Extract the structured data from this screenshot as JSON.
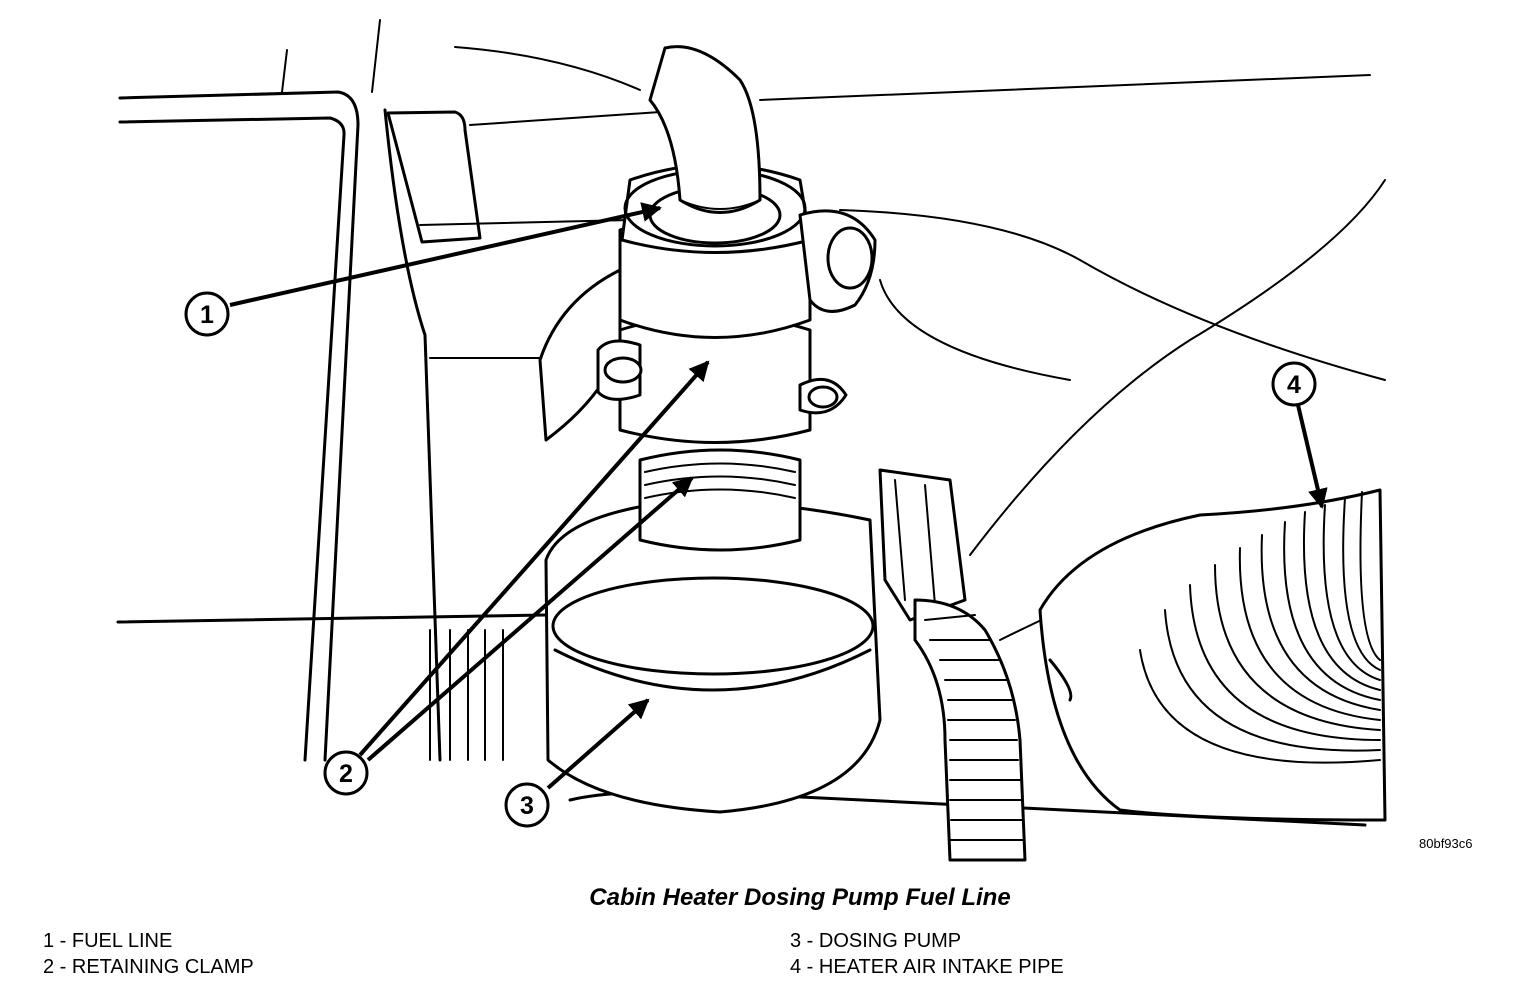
{
  "figure": {
    "code": "80bf93c6",
    "caption": "Cabin Heater Dosing Pump Fuel Line",
    "callouts": [
      "1",
      "2",
      "3",
      "4"
    ]
  },
  "legend": {
    "left": [
      {
        "text": "1 - FUEL LINE"
      },
      {
        "text": "2 - RETAINING CLAMP"
      }
    ],
    "right": [
      {
        "text": "3 - DOSING PUMP"
      },
      {
        "text": "4 - HEATER AIR INTAKE PIPE"
      }
    ]
  }
}
